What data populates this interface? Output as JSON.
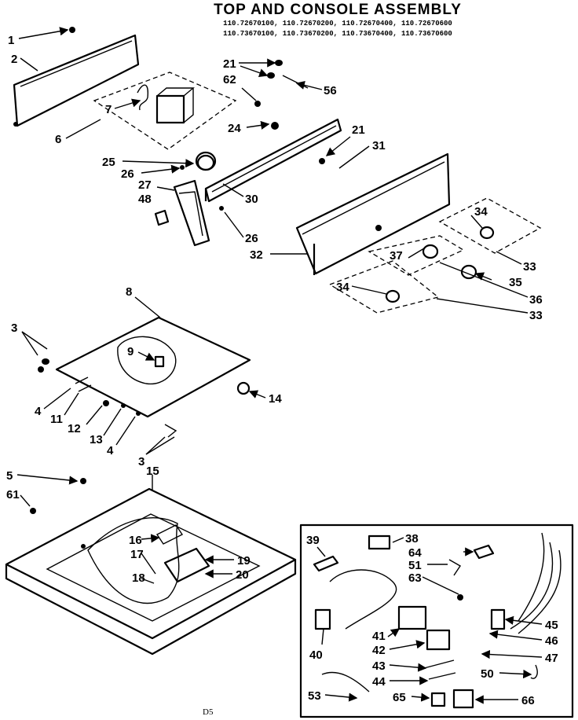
{
  "title": "TOP AND CONSOLE ASSEMBLY",
  "models": [
    "110.72670100, 110.72670200, 110.72670400, 110.72670600",
    "110.73670100, 110.73670200, 110.73670400, 110.73670600"
  ],
  "footer": "D5",
  "callouts": {
    "c1": "1",
    "c2": "2",
    "c6": "6",
    "c7": "7",
    "c21a": "21",
    "c62": "62",
    "c56": "56",
    "c24": "24",
    "c21b": "21",
    "c31": "31",
    "c25": "25",
    "c26a": "26",
    "c27": "27",
    "c48": "48",
    "c30": "30",
    "c26b": "26",
    "c32": "32",
    "c34a": "34",
    "c33a": "33",
    "c37": "37",
    "c35": "35",
    "c36": "36",
    "c34b": "34",
    "c33b": "33",
    "c8": "8",
    "c3a": "3",
    "c9": "9",
    "c14": "14",
    "c4a": "4",
    "c11": "11",
    "c12": "12",
    "c13": "13",
    "c4b": "4",
    "c3b": "3",
    "c5": "5",
    "c15": "15",
    "c61": "61",
    "c16": "16",
    "c17": "17",
    "c19": "19",
    "c18": "18",
    "c20": "20",
    "c39": "39",
    "c38": "38",
    "c64": "64",
    "c51": "51",
    "c63": "63",
    "c45": "45",
    "c46": "46",
    "c41": "41",
    "c42": "42",
    "c47": "47",
    "c40": "40",
    "c43": "43",
    "c50": "50",
    "c44": "44",
    "c53": "53",
    "c65": "65",
    "c66": "66"
  }
}
